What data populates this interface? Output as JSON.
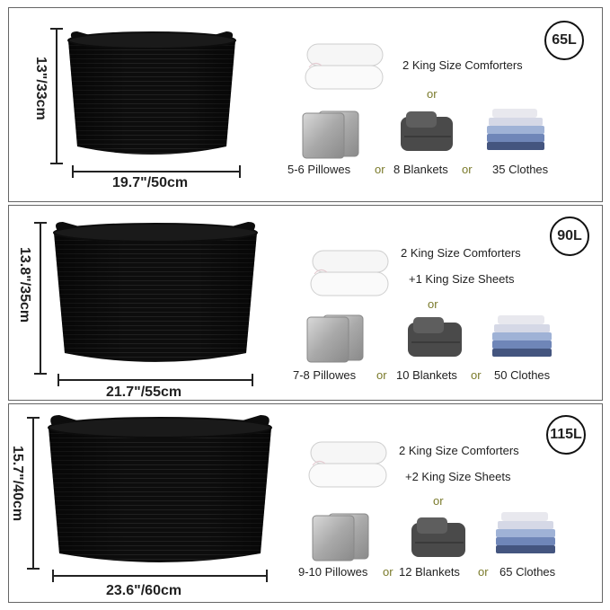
{
  "panels": [
    {
      "capacity": "65L",
      "height_label": "13\"/33cm",
      "width_label": "19.7\"/50cm",
      "comforters": "2 King Size Comforters",
      "sheets": "",
      "or_word": "or",
      "pillows": "5-6 Pillowes",
      "blankets": "8 Blankets",
      "clothes": "35 Clothes"
    },
    {
      "capacity": "90L",
      "height_label": "13.8\"/35cm",
      "width_label": "21.7\"/55cm",
      "comforters": "2 King Size Comforters",
      "sheets": "+1 King Size Sheets",
      "or_word": "or",
      "pillows": "7-8 Pillowes",
      "blankets": "10 Blankets",
      "clothes": "50 Clothes"
    },
    {
      "capacity": "115L",
      "height_label": "15.7\"/40cm",
      "width_label": "23.6\"/60cm",
      "comforters": "2 King Size Comforters",
      "sheets": "+2 King Size Sheets",
      "or_word": "or",
      "pillows": "9-10 Pillowes",
      "blankets": "12 Blankets",
      "clothes": "65 Clothes"
    }
  ],
  "colors": {
    "basket": "#0d0d0d",
    "or_text": "#7a7a2a",
    "border": "#666666"
  },
  "icons": [
    "basket-icon",
    "comforter-icon",
    "pillows-icon",
    "blanket-icon",
    "clothes-icon"
  ]
}
